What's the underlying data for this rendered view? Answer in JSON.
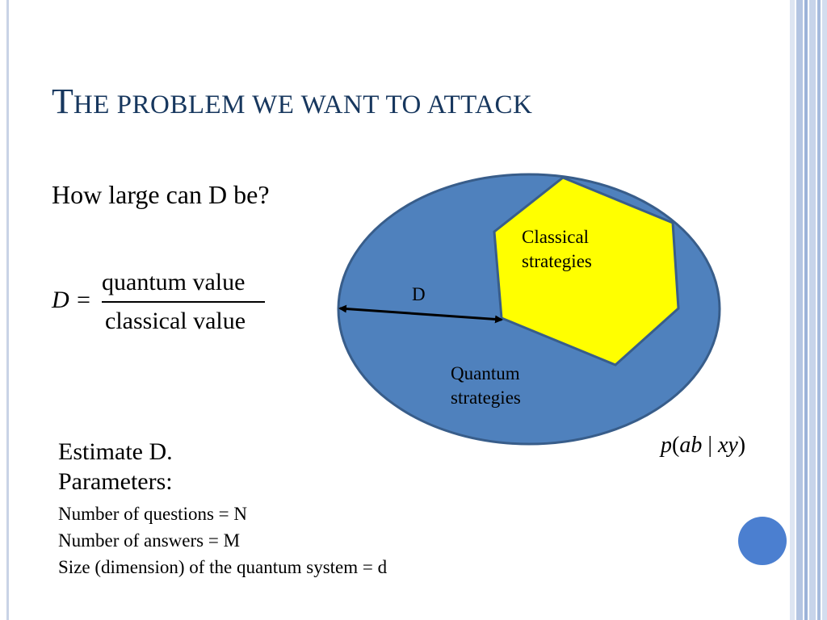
{
  "slide": {
    "title_first": "T",
    "title_rest": "he problem we want to attack",
    "question": "How large can D be?"
  },
  "formula": {
    "lhs": "D =",
    "numerator": "quantum  value",
    "denominator": "classical value"
  },
  "diagram": {
    "outer_label_1": "Quantum",
    "outer_label_2": "strategies",
    "inner_label_1": "Classical",
    "inner_label_2": "strategies",
    "arrow_label": "D",
    "prob_p": "p",
    "prob_open": "(",
    "prob_ab": "ab",
    "prob_bar": " | ",
    "prob_xy": "xy",
    "prob_close": ")"
  },
  "estimate": {
    "line1": "Estimate D.",
    "line2": "Parameters:"
  },
  "params": {
    "questions": "Number of questions = N",
    "answers": "Number of answers = M",
    "size": "Size (dimension) of the quantum system = d"
  },
  "colors": {
    "title": "#17375e",
    "ellipse_fill": "#4f81bd",
    "ellipse_stroke": "#385d8a",
    "hexagon_fill": "#ffff00",
    "hexagon_stroke": "#385d8a",
    "deco_dot": "#4b7fd0"
  }
}
